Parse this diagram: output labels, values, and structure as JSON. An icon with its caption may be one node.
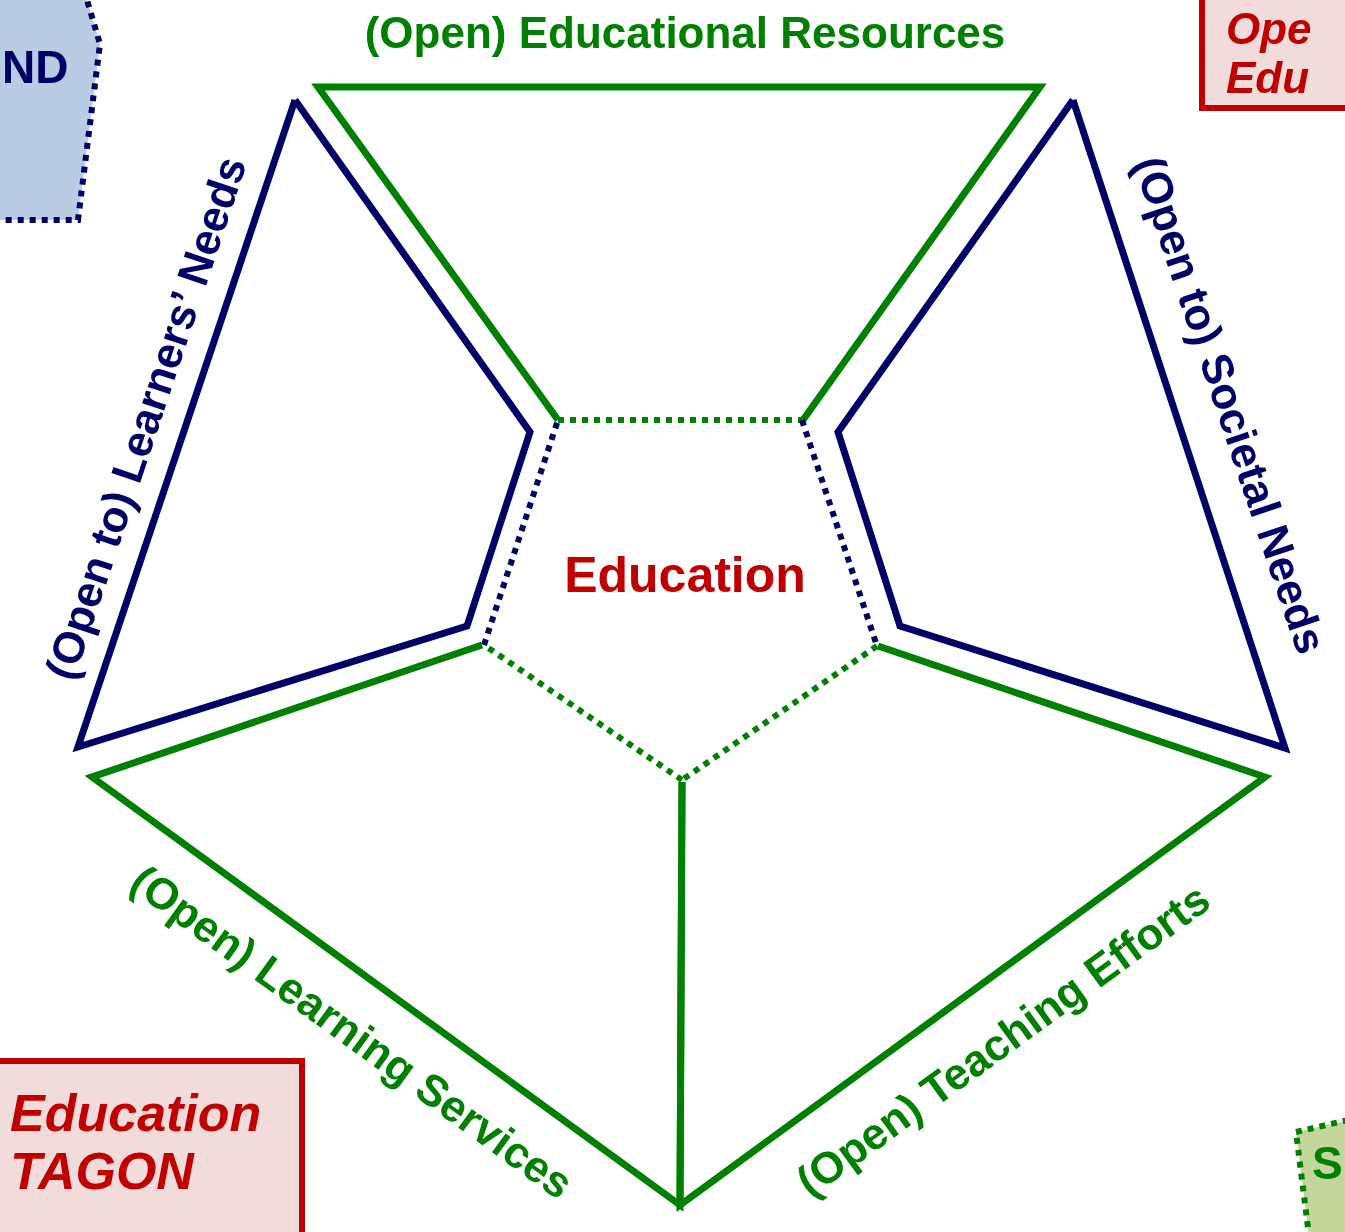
{
  "diagram": {
    "nodes": [
      {
        "text": [
          "ND"
        ]
      },
      {
        "text": [
          "(Open) Educational Resources"
        ]
      },
      {
        "text": [
          "Ope Edu"
        ]
      },
      {
        "text": [
          "(Open to) Learners’ Needs"
        ]
      },
      {
        "text": [
          "(Open to) Societal Needs"
        ]
      },
      {
        "text": [
          "Education"
        ]
      },
      {
        "text": [
          "(Open) Learning Services"
        ]
      },
      {
        "text": [
          "(Open) Teaching Efforts"
        ]
      },
      {
        "text": [
          "Education TAGON"
        ]
      },
      {
        "text": [
          "S"
        ]
      }
    ],
    "edges": []
  }
}
